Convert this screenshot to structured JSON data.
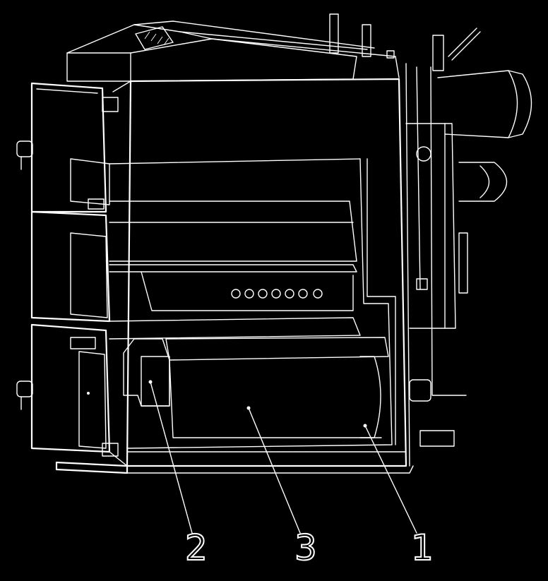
{
  "callouts": [
    {
      "id": "1",
      "label": "1"
    },
    {
      "id": "2",
      "label": "2"
    },
    {
      "id": "3",
      "label": "3"
    }
  ],
  "colors": {
    "background": "#000000",
    "line": "#ffffff"
  }
}
